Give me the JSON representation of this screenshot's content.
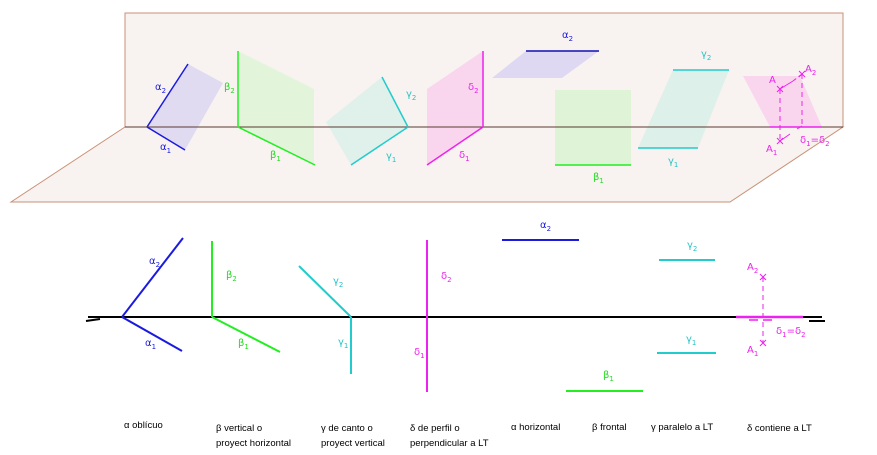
{
  "labels": {
    "alpha_1": {
      "b": "α",
      "s": "1"
    },
    "alpha_2": {
      "b": "α",
      "s": "2"
    },
    "beta_1": {
      "b": "β",
      "s": "1"
    },
    "beta_2": {
      "b": "β",
      "s": "2"
    },
    "gamma_1": {
      "b": "γ",
      "s": "1"
    },
    "gamma_2": {
      "b": "γ",
      "s": "2"
    },
    "delta_1": {
      "b": "δ",
      "s": "1"
    },
    "delta_2": {
      "b": "δ",
      "s": "2"
    },
    "point_A": {
      "b": "A"
    },
    "point_A1": {
      "b": "A",
      "s": "1"
    },
    "point_A2": {
      "b": "A",
      "s": "2"
    },
    "delta_eq": {
      "a": "δ",
      "a_s": "1",
      "eq": "=",
      "b": "δ",
      "b_s": "2"
    }
  },
  "captions": [
    {
      "line1": "α oblícuo"
    },
    {
      "line1": "β vertical o",
      "line2": "proyect horizontal"
    },
    {
      "line1": "γ de canto o",
      "line2": "proyect vertical"
    },
    {
      "line1": "δ de perfil o",
      "line2": "perpendicular a LT"
    },
    {
      "line1": "α horizontal"
    },
    {
      "line1": "β frontal"
    },
    {
      "line1": "γ paralelo a LT"
    },
    {
      "line1": "δ contiene a LT"
    }
  ],
  "colors": {
    "alpha": "#1a1ae0",
    "beta": "#22ee22",
    "gamma": "#22cccc",
    "delta": "#ee22ee"
  }
}
